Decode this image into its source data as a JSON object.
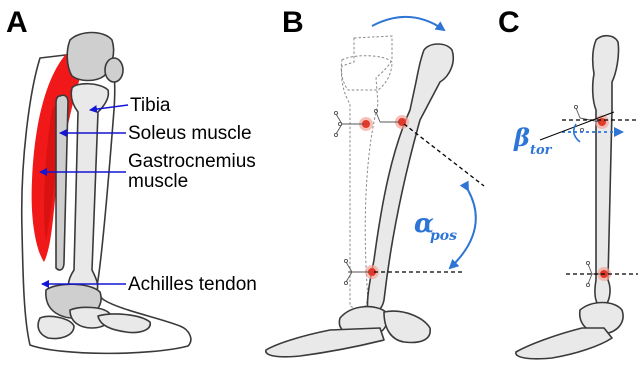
{
  "panels": {
    "a": {
      "letter": "A"
    },
    "b": {
      "letter": "B"
    },
    "c": {
      "letter": "C"
    }
  },
  "labels": {
    "tibia": "Tibia",
    "soleus": "Soleus muscle",
    "gastrocnemius_line1": "Gastrocnemius",
    "gastrocnemius_line2": "muscle",
    "achilles": "Achilles tendon"
  },
  "angles": {
    "alpha_symbol": "α",
    "alpha_subscript": "pos",
    "beta_symbol": "β",
    "beta_subscript": "tor"
  },
  "colors": {
    "muscle_red": "#f01818",
    "annotation_blue": "#2e75d6",
    "pointer_blue": "#1515d4",
    "marker_red": "#e23a2a"
  }
}
